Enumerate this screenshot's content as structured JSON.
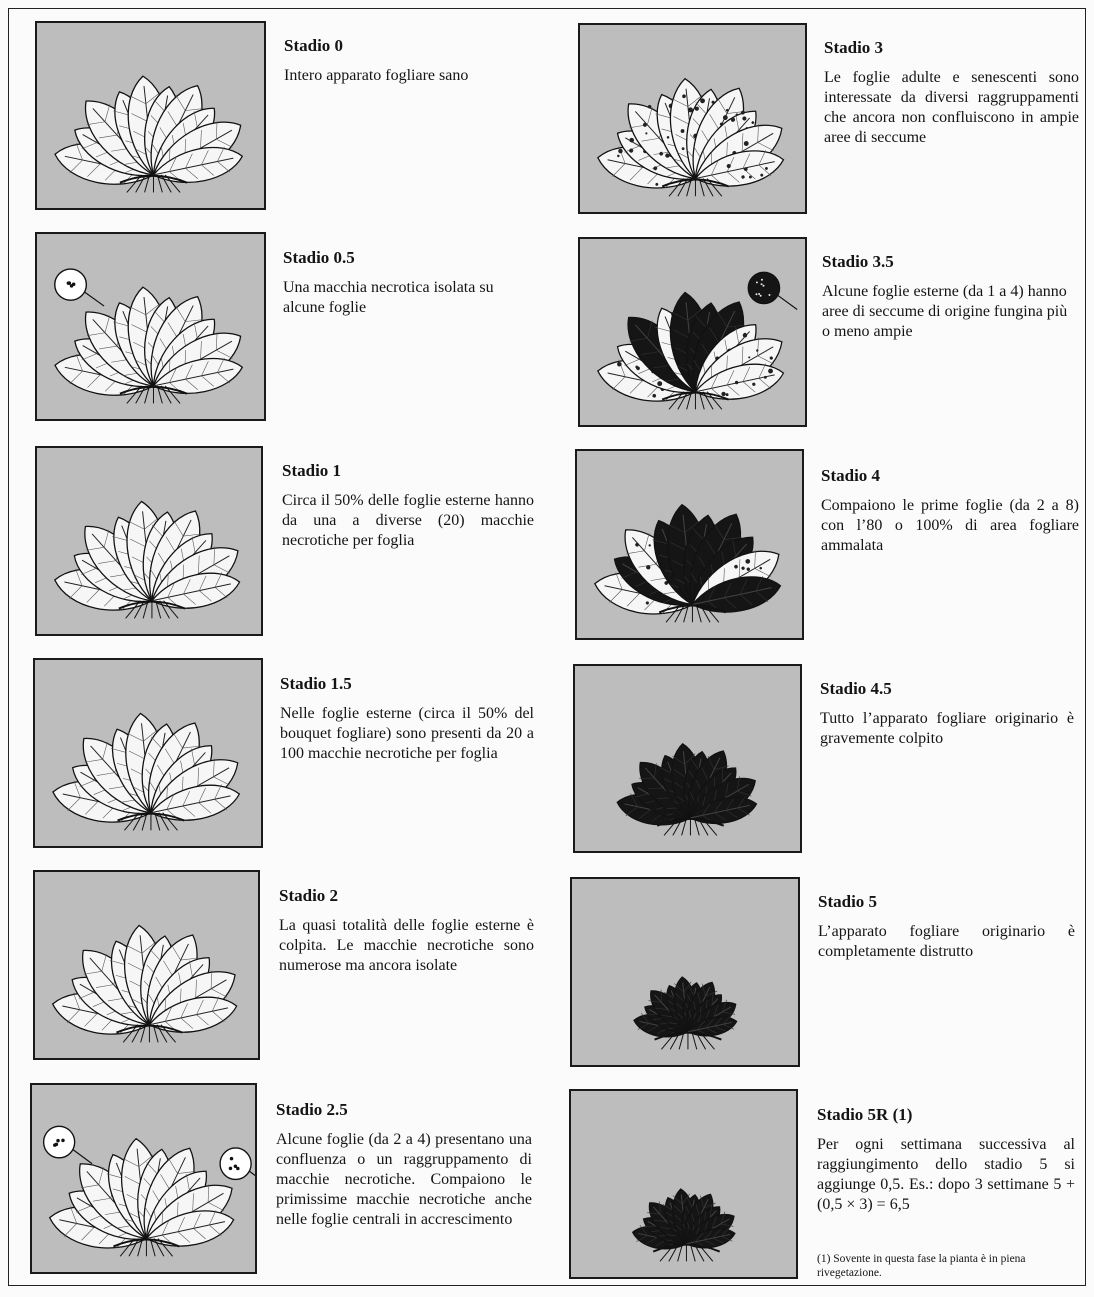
{
  "stages": [
    {
      "title": "Stadio 0",
      "text": "Intero apparato fogliare sano",
      "dark": 0,
      "spots": 0,
      "inset": ""
    },
    {
      "title": "Stadio 0.5",
      "text": "Una macchia necrotica isolata su alcune foglie",
      "dark": 0,
      "spots": 0,
      "inset": "left"
    },
    {
      "title": "Stadio 1",
      "text": "Circa il 50% delle foglie esterne hanno da una a diverse (20) macchie necrotiche per foglia",
      "dark": 0,
      "spots": 0,
      "inset": ""
    },
    {
      "title": "Stadio 1.5",
      "text": "Nelle foglie esterne (circa il 50% del bouquet fogliare) sono presenti da 20 a 100 macchie necrotiche per foglia",
      "dark": 0,
      "spots": 0,
      "inset": ""
    },
    {
      "title": "Stadio 2",
      "text": "La quasi totalità delle foglie esterne è colpita. Le macchie necrotiche sono numerose ma ancora isolate",
      "dark": 0,
      "spots": 0,
      "inset": ""
    },
    {
      "title": "Stadio 2.5",
      "text": "Alcune foglie (da 2 a 4) presentano una confluenza o un raggruppamento di macchie necrotiche. Compaiono le primissime macchie necrotiche anche nelle foglie centrali in accrescimento",
      "dark": 0,
      "spots": 0,
      "inset": "both"
    },
    {
      "title": "Stadio 3",
      "text": "Le foglie adulte e senescenti sono interessate da diversi raggruppamenti che ancora non confluiscono in ampie aree di seccume",
      "dark": 0,
      "spots": 1,
      "inset": ""
    },
    {
      "title": "Stadio 3.5",
      "text": "Alcune foglie esterne (da 1 a 4) hanno aree di seccume di origine fungina più o meno ampie",
      "dark": 0.3,
      "spots": 1,
      "inset": "right-dark"
    },
    {
      "title": "Stadio 4",
      "text": "Compaiono le prime foglie (da 2 a 8) con l’80 o 100% di area fogliare ammalata",
      "dark": 0.55,
      "spots": 1,
      "inset": ""
    },
    {
      "title": "Stadio 4.5",
      "text": "Tutto l’apparato fogliare originario è gravemente colpito",
      "dark": 0.85,
      "spots": 1,
      "inset": ""
    },
    {
      "title": "Stadio 5",
      "text": "L’apparato fogliare originario è completamente distrutto",
      "dark": 1,
      "spots": 1,
      "inset": ""
    },
    {
      "title": "Stadio 5R (1)",
      "text": "Per ogni settimana successiva al raggiungimento dello stadio 5 si aggiunge 0,5. Es.: dopo 3 settimane 5 + (0,5 × 3) = 6,5",
      "dark": 1,
      "spots": 1,
      "inset": ""
    }
  ],
  "footnote": "(1) Sovente in questa fase la pianta è in piena rivegetazione."
}
